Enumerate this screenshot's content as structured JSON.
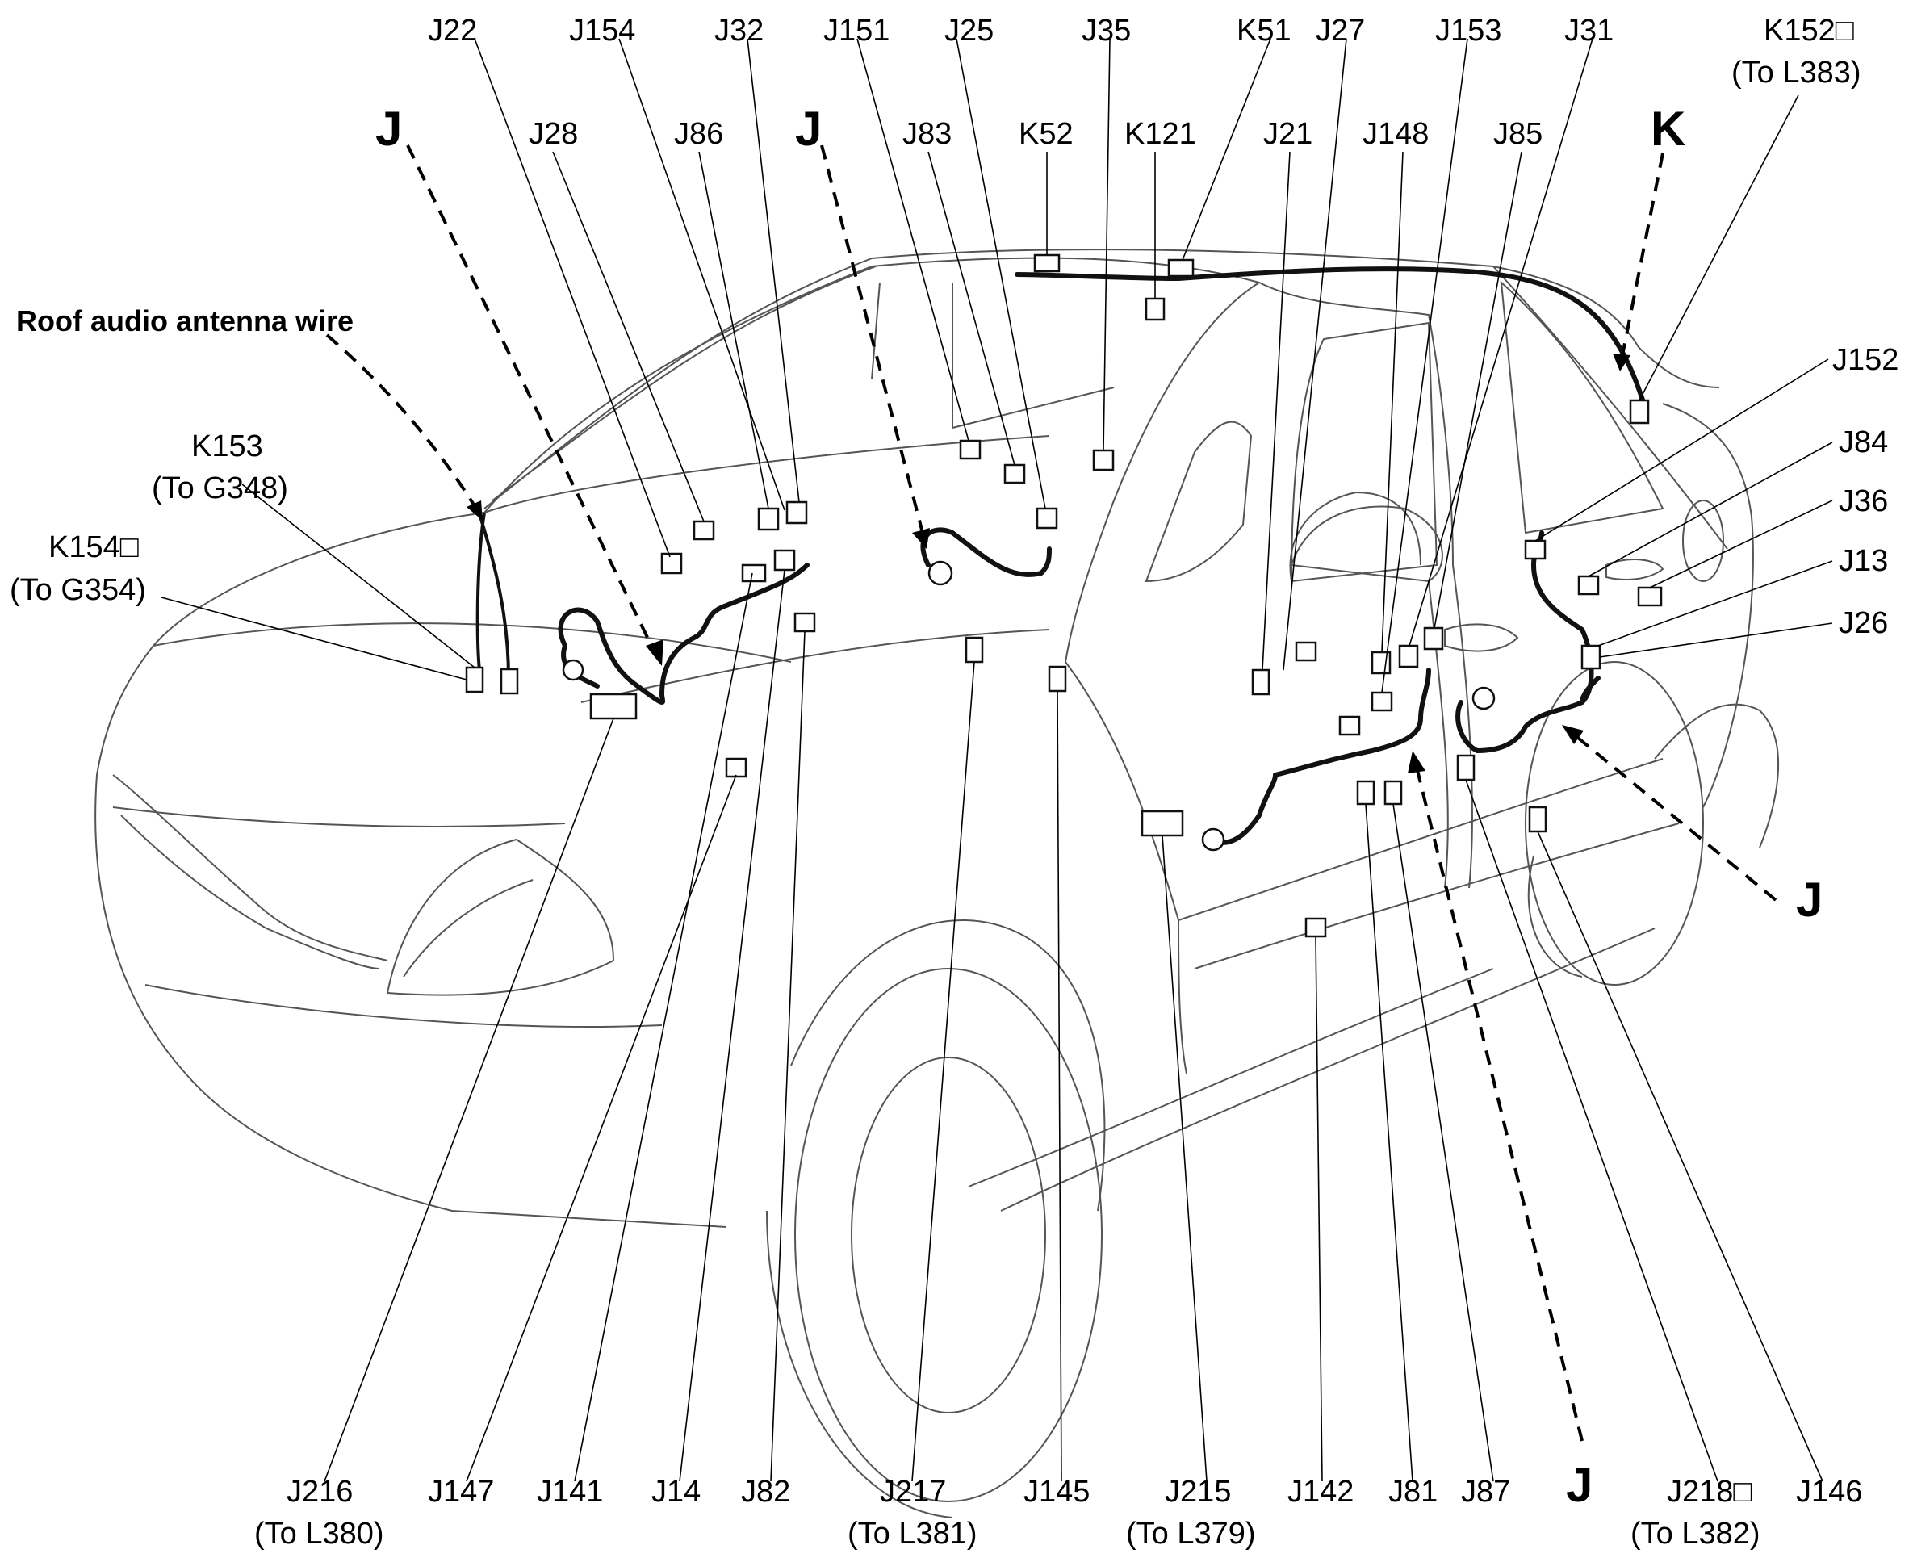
{
  "note_label": "Roof audio antenna wire",
  "view_markers": {
    "j": "J",
    "k": "K"
  },
  "connectors": [
    {
      "id": "c-j22",
      "label": "J22"
    },
    {
      "id": "c-j154",
      "label": "J154"
    },
    {
      "id": "c-j32",
      "label": "J32"
    },
    {
      "id": "c-j151",
      "label": "J151"
    },
    {
      "id": "c-j25",
      "label": "J25"
    },
    {
      "id": "c-j35",
      "label": "J35"
    },
    {
      "id": "c-k51",
      "label": "K51"
    },
    {
      "id": "c-j27",
      "label": "J27"
    },
    {
      "id": "c-j153",
      "label": "J153"
    },
    {
      "id": "c-j31",
      "label": "J31"
    },
    {
      "id": "c-k152",
      "label": "K152□",
      "sub": "(To L383)"
    },
    {
      "id": "c-j28",
      "label": "J28"
    },
    {
      "id": "c-j86",
      "label": "J86"
    },
    {
      "id": "c-j83",
      "label": "J83"
    },
    {
      "id": "c-k52",
      "label": "K52"
    },
    {
      "id": "c-k121",
      "label": "K121"
    },
    {
      "id": "c-j21",
      "label": "J21"
    },
    {
      "id": "c-j148",
      "label": "J148"
    },
    {
      "id": "c-j85",
      "label": "J85"
    },
    {
      "id": "c-j152",
      "label": "J152"
    },
    {
      "id": "c-j84",
      "label": "J84"
    },
    {
      "id": "c-j36",
      "label": "J36"
    },
    {
      "id": "c-j13",
      "label": "J13"
    },
    {
      "id": "c-j26",
      "label": "J26"
    },
    {
      "id": "c-k153",
      "label": "K153",
      "sub": "(To G348)"
    },
    {
      "id": "c-k154",
      "label": "K154□",
      "sub": "(To G354)"
    },
    {
      "id": "c-j216",
      "label": "J216",
      "sub": "(To L380)"
    },
    {
      "id": "c-j147",
      "label": "J147"
    },
    {
      "id": "c-j141",
      "label": "J141"
    },
    {
      "id": "c-j14",
      "label": "J14"
    },
    {
      "id": "c-j82",
      "label": "J82"
    },
    {
      "id": "c-j217",
      "label": "J217",
      "sub": "(To L381)"
    },
    {
      "id": "c-j145",
      "label": "J145"
    },
    {
      "id": "c-j215",
      "label": "J215",
      "sub": "(To L379)"
    },
    {
      "id": "c-j142",
      "label": "J142"
    },
    {
      "id": "c-j81",
      "label": "J81"
    },
    {
      "id": "c-j87",
      "label": "J87"
    },
    {
      "id": "c-j218",
      "label": "J218□",
      "sub": "(To L382)"
    },
    {
      "id": "c-j146",
      "label": "J146"
    }
  ]
}
